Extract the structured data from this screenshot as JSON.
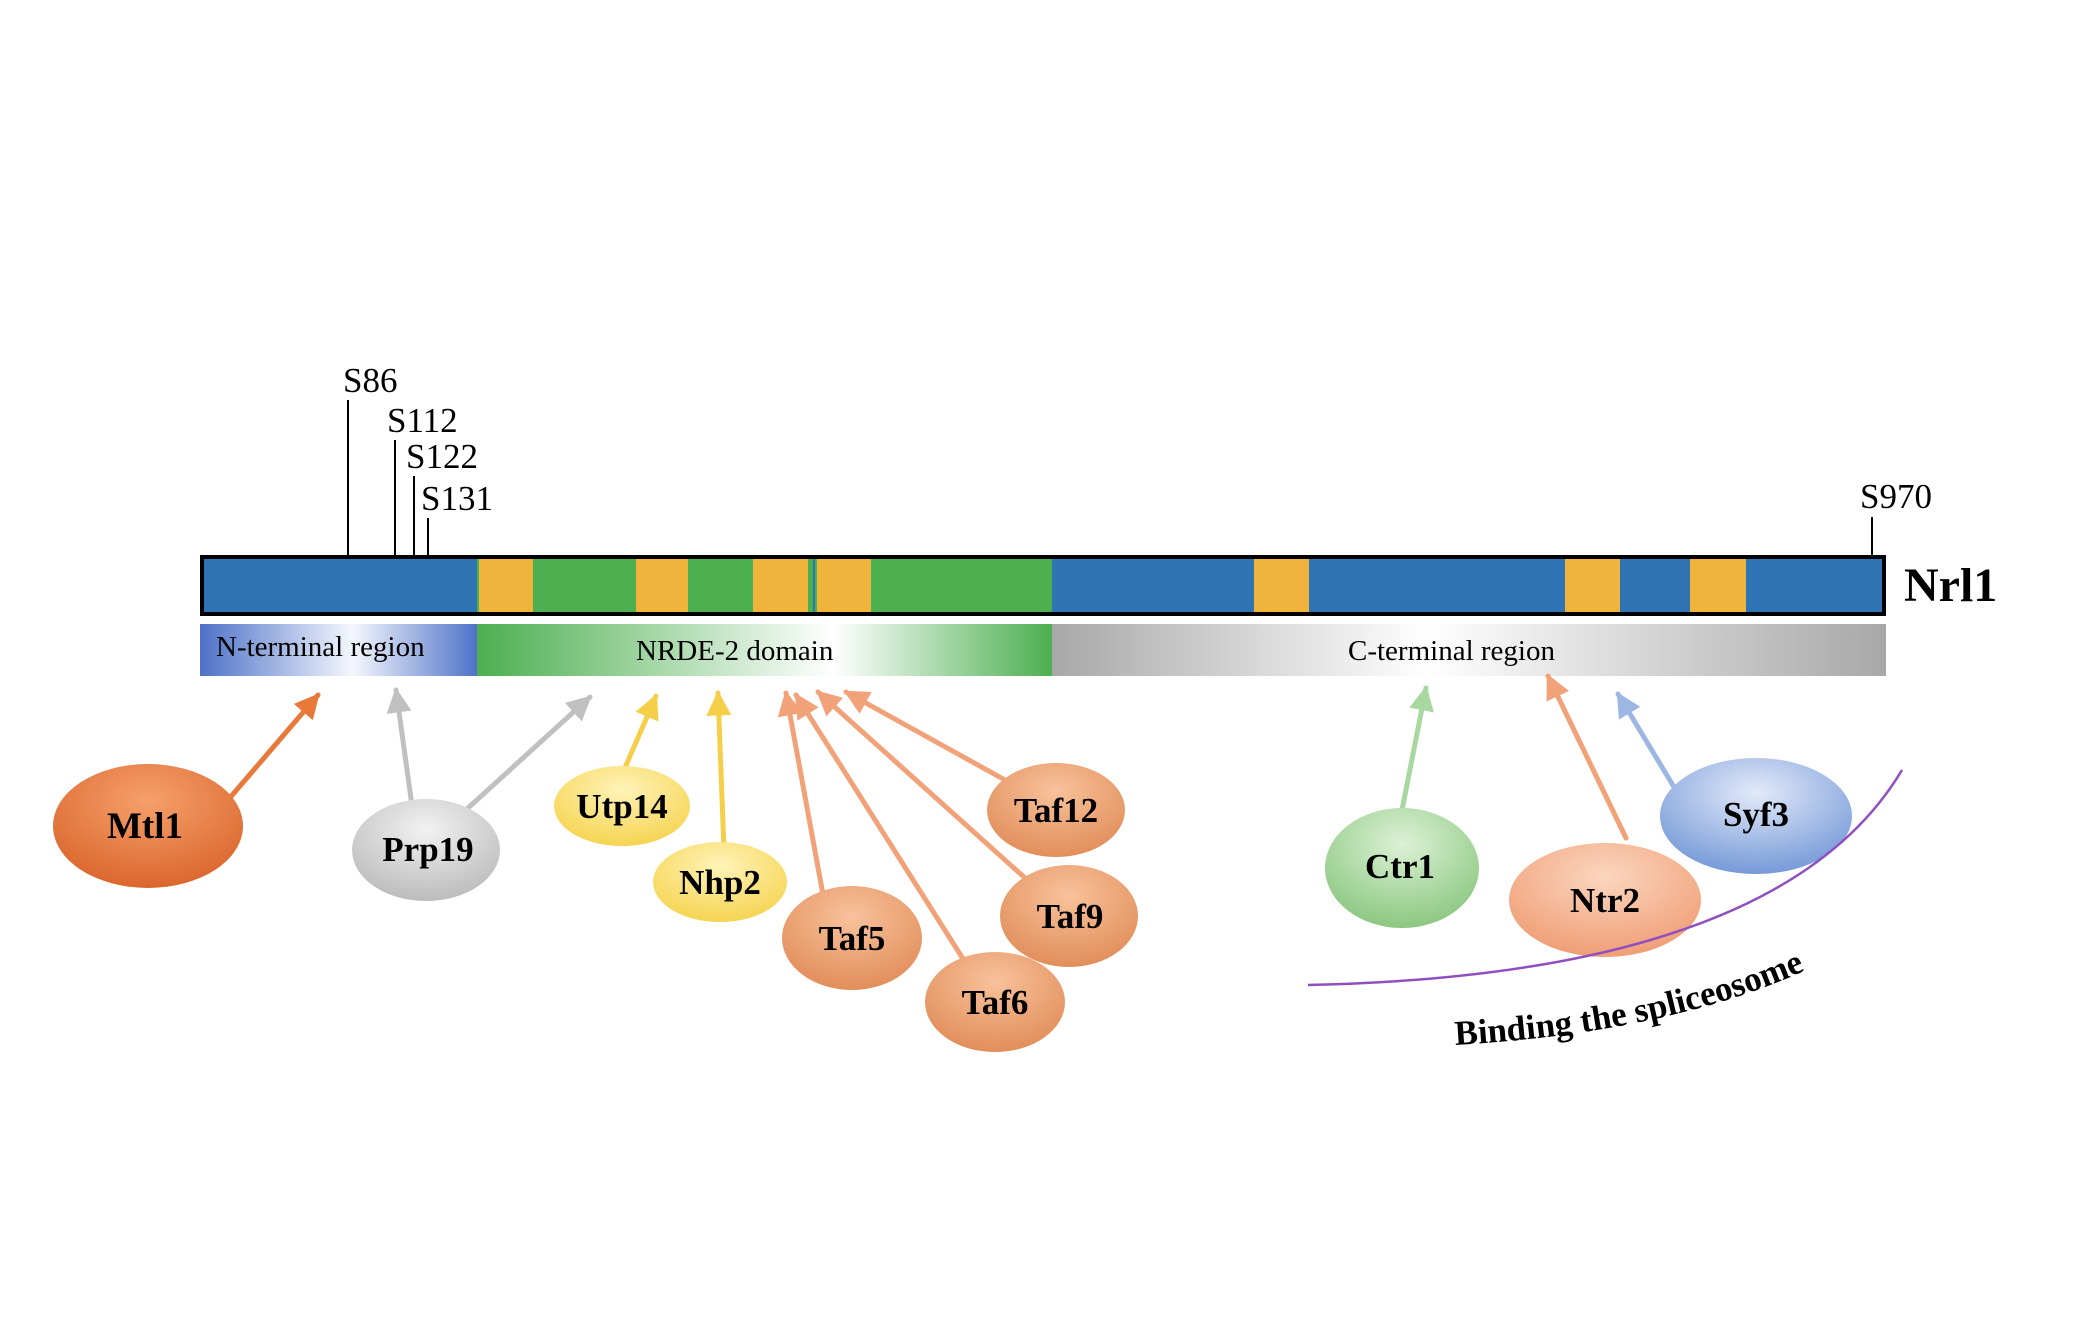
{
  "protein": {
    "name": "Nrl1",
    "sites": [
      "S86",
      "S112",
      "S122",
      "S131",
      "S970"
    ]
  },
  "regions": {
    "n_terminal": "N-terminal region",
    "nrde2": "NRDE-2 domain",
    "c_terminal": "C-terminal region"
  },
  "partners": {
    "mtl1": "Mtl1",
    "prp19": "Prp19",
    "utp14": "Utp14",
    "nhp2": "Nhp2",
    "taf5": "Taf5",
    "taf6": "Taf6",
    "taf9": "Taf9",
    "taf12": "Taf12",
    "ctr1": "Ctr1",
    "ntr2": "Ntr2",
    "syf3": "Syf3"
  },
  "annotation": {
    "spliceosome": "Binding the spliceosome"
  },
  "colors": {
    "protein_blue": "#2e74b5",
    "motif_yellow": "#f0b43c",
    "nrde2_green": "#4caf50",
    "orange": "#e8793a",
    "salmon": "#f2a070",
    "gray": "#c4c4c4",
    "yellow": "#f8dc5c",
    "green": "#90cc86",
    "light_blue": "#7fa1dc",
    "purple": "#8f4fc0"
  }
}
